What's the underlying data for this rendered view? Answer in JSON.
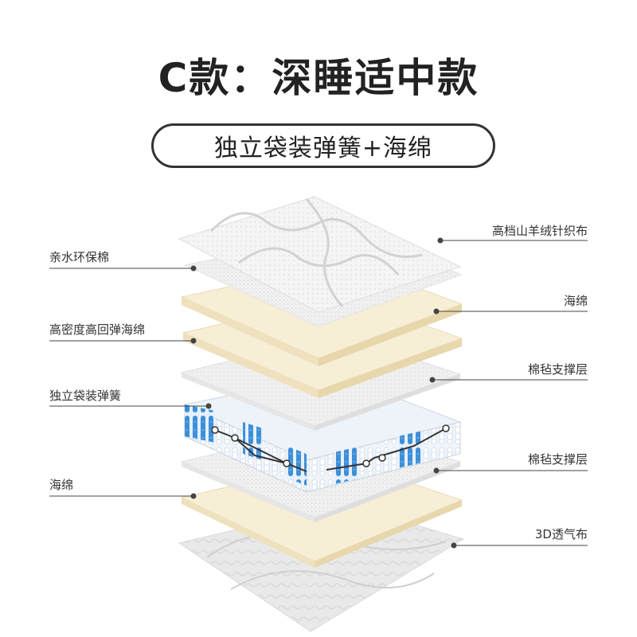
{
  "header": {
    "title": "C款：深睡适中款",
    "subtitle": "独立袋装弹簧+海绵"
  },
  "layers_left": [
    {
      "label": "亲水环保棉"
    },
    {
      "label": "高密度高回弹海绵"
    },
    {
      "label": "独立袋装弹簧"
    },
    {
      "label": "海绵"
    }
  ],
  "layers_right": [
    {
      "label": "高档山羊绒针织布"
    },
    {
      "label": "海绵"
    },
    {
      "label": "棉毡支撑层"
    },
    {
      "label": "棉毡支撑层"
    },
    {
      "label": "3D透气布"
    }
  ],
  "colors": {
    "foam": "#f6ecd2",
    "felt": "#f0f0f0",
    "fabric": "#f4f4f4",
    "spring_blue": "#3d8fd8",
    "leader_line": "#444444"
  }
}
